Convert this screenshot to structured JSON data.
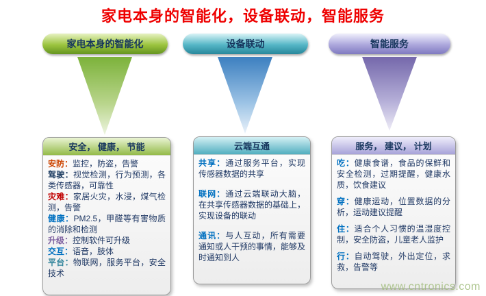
{
  "title": "家电本身的智能化，设备联动，智能服务",
  "watermark": "www.cntronics.com",
  "colors": {
    "title": "#ee0000",
    "body_text": "#1f3864",
    "watermark": "#a2bd7e",
    "column_accents": [
      "#79ad3a",
      "#3f9fb3",
      "#8a84c6"
    ]
  },
  "columns": [
    {
      "pill_label": "家电本身的智能化",
      "box_header": "安全， 健康， 节能",
      "items": [
        {
          "label": "安防：",
          "text": "监控，防盗，告警",
          "color": "#cc4400"
        },
        {
          "label": "驾驶：",
          "text": "视觉检测，行为预测，各类传感器，可靠性",
          "color": "#17375d"
        },
        {
          "label": "灾难：",
          "text": "家居火灾，水浸，煤气检测，告警",
          "color": "#c00000"
        },
        {
          "label": "健康：",
          "text": "PM2.5，甲醛等有害物质的消除和检测",
          "color": "#0070c0"
        },
        {
          "label": "升级：",
          "text": "控制软件可升级",
          "color": "#8064a2"
        },
        {
          "label": "交互：",
          "text": "语音，肢体",
          "color": "#0070c0"
        },
        {
          "label": "平台：",
          "text": "物联网，服务平台，安全技术",
          "color": "#31849b"
        }
      ]
    },
    {
      "pill_label": "设备联动",
      "box_header": "云端互通",
      "items": [
        {
          "label": "共享：",
          "text": "通过服务平台，实现传感器数据的共享",
          "color": "#0070c0"
        },
        {
          "label": "联网：",
          "text": "通过云端联动大脑，在共享传感器数据的基础上，实现设备的联动",
          "color": "#0070c0"
        },
        {
          "label": "通讯：",
          "text": "与人互动，所有需要通知或人干预的事情，能够及时通知到人",
          "color": "#0070c0"
        }
      ]
    },
    {
      "pill_label": "智能服务",
      "box_header": "服务， 建议， 计划",
      "items": [
        {
          "label": "吃：",
          "text": "健康食谱，食品的保鲜和安全检测，过期提醒，健康水质，饮食建议",
          "color": "#0070c0"
        },
        {
          "label": "穿：",
          "text": "健康运动，位置数据的分析，运动建议提醒",
          "color": "#0070c0"
        },
        {
          "label": "住：",
          "text": "适合个人习惯的温湿度控制，安全防盗，儿童老人监护",
          "color": "#0070c0"
        },
        {
          "label": "行：",
          "text": "自动驾驶，外出定位，求救，告警等",
          "color": "#0070c0"
        }
      ]
    }
  ]
}
